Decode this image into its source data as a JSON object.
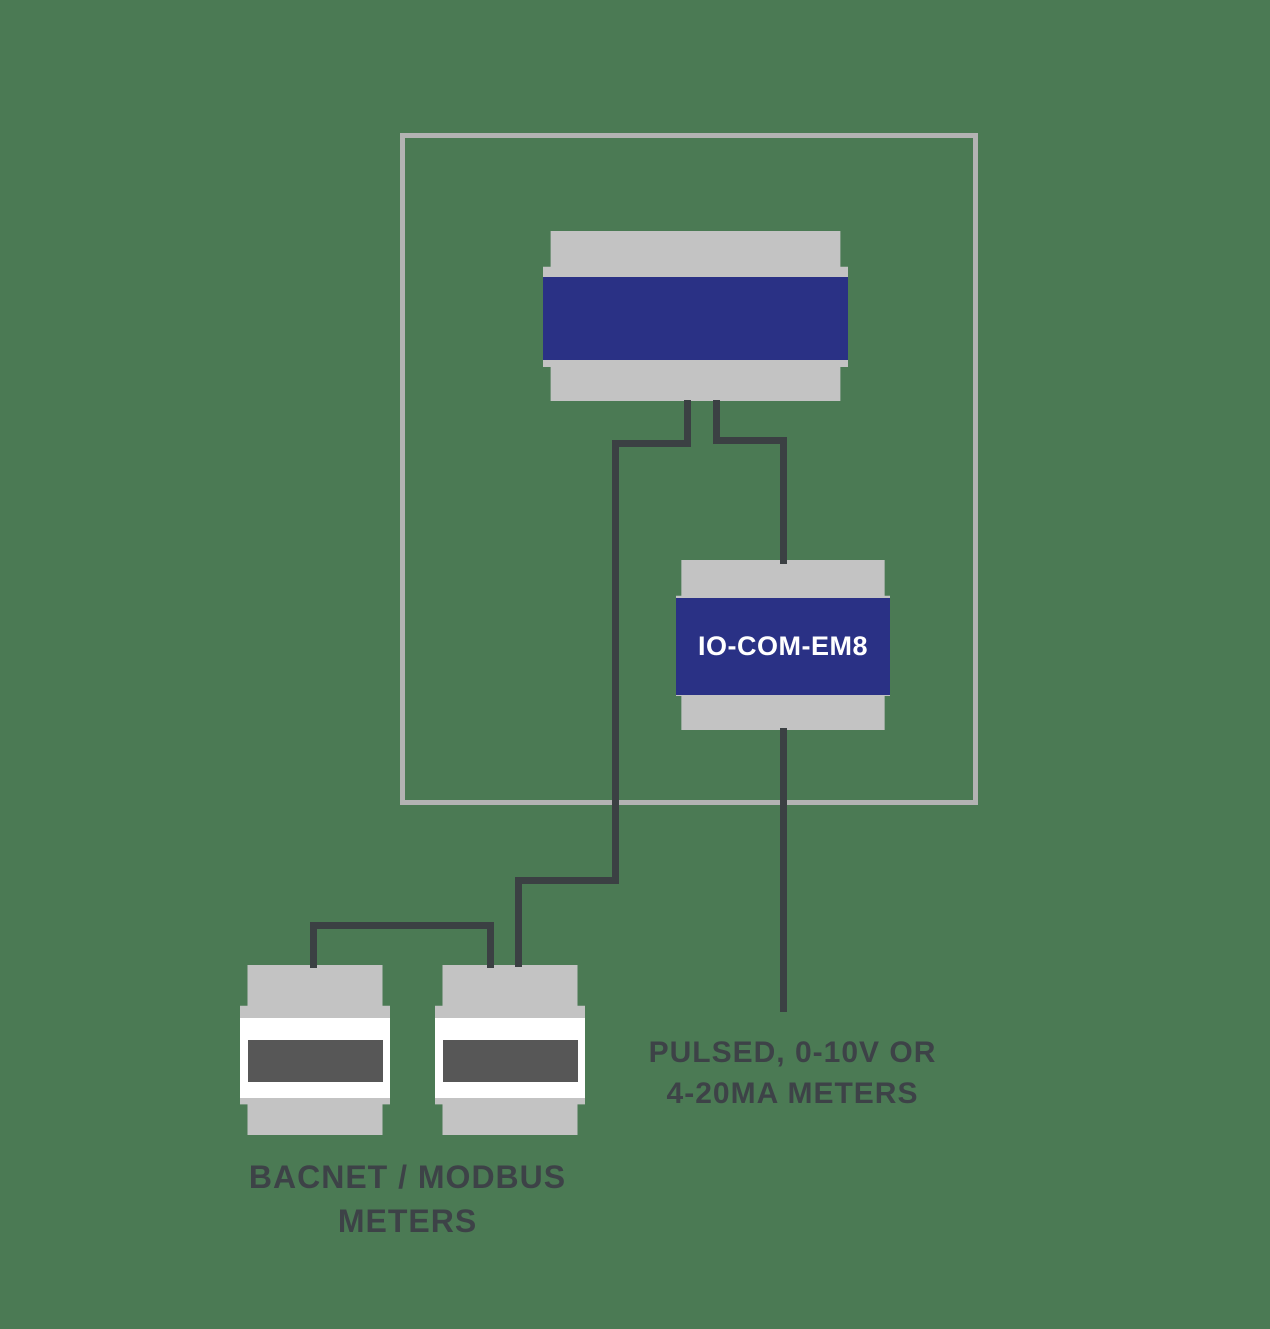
{
  "diagram": {
    "io_module": {
      "label": "IO-COM-EM8"
    },
    "labels": {
      "pulsed": {
        "line1": "PULSED, 0-10V OR",
        "line2": "4-20MA METERS"
      },
      "bacnet": {
        "line1": "BACNET / MODBUS",
        "line2": "METERS"
      }
    },
    "colors": {
      "background": "#4b7a54",
      "enclosure_border": "#b3b3b3",
      "device_gray": "#c3c3c3",
      "device_blue": "#2a3185",
      "meter_band_white": "#ffffff",
      "meter_band_dark": "#575757",
      "wire": "#3b4043",
      "text": "#3d4247"
    }
  }
}
